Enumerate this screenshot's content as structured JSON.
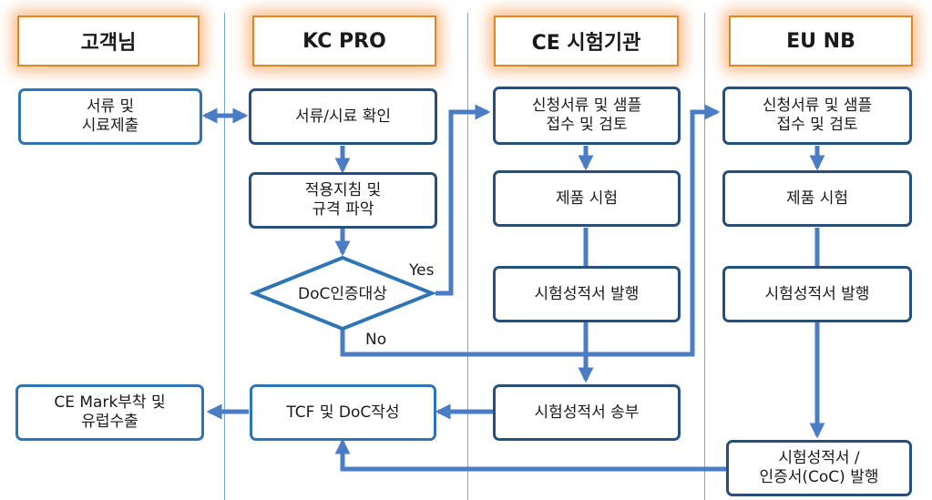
{
  "lanes": {
    "customer": "고객님",
    "kcpro": "KC PRO",
    "ce_lab": "CE 시험기관",
    "eu_nb": "EU NB"
  },
  "customer": {
    "submit": "서류 및\n시료제출",
    "ce_mark": "CE Mark부착 및\n유럽수출"
  },
  "kcpro": {
    "confirm": "서류/시료 확인",
    "identify": "적용지침 및\n규격 파악",
    "decision": "DoC인증대상",
    "tcf": "TCF 및 DoC작성"
  },
  "ce_lab": {
    "receive": "신청서류 및 샘플\n접수 및 검토",
    "test": "제품 시험",
    "report": "시험성적서 발행",
    "send": "시험성적서 송부"
  },
  "eu_nb": {
    "receive": "신청서류 및 샘플\n접수 및 검토",
    "test": "제품 시험",
    "report": "시험성적서 발행",
    "certificate": "시험성적서 /\n인증서(CoC) 발행"
  },
  "labels": {
    "yes": "Yes",
    "no": "No"
  },
  "colors": {
    "arrow": "#4a7dc4",
    "box_border": "#244f7e",
    "header_border": "#e2861f",
    "header_glow": "#f8aa6e"
  }
}
